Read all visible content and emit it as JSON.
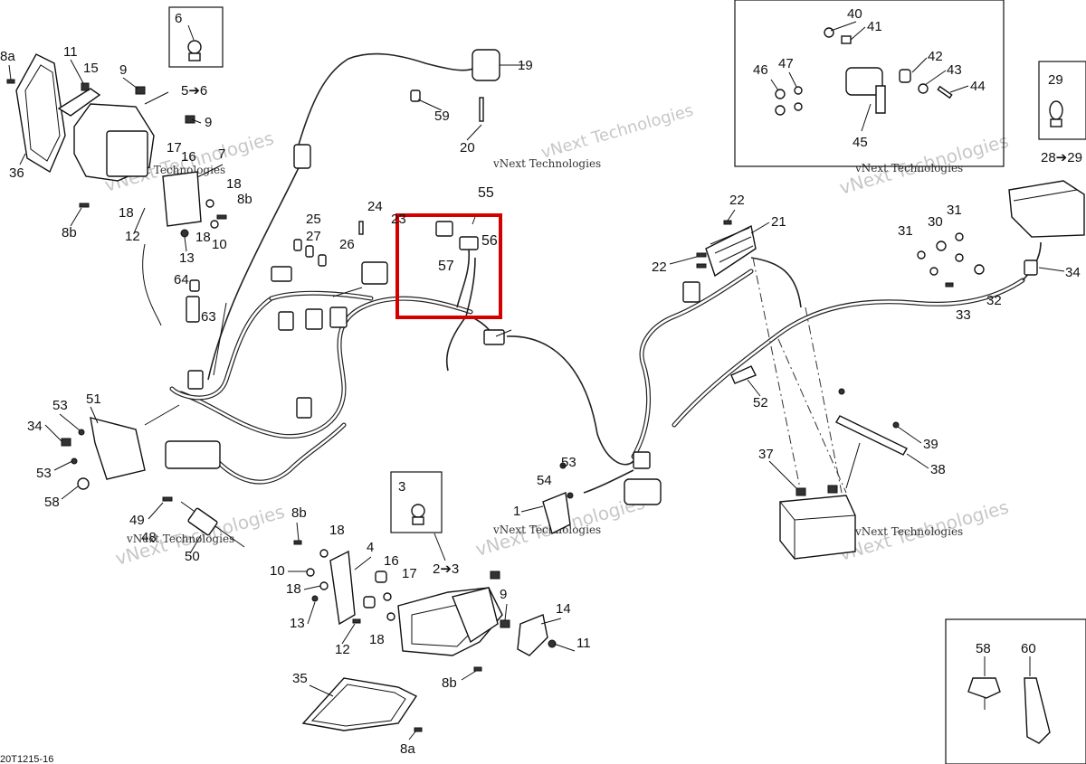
{
  "diagram": {
    "doc_code": "20T1215-16",
    "watermark_line1": "vNext Technologies",
    "watermark_line2": "vNext",
    "watermark_line3": "Technologies",
    "highlight_color": "#d40000",
    "labels": {
      "l8a_top": "8a",
      "l11_top": "11",
      "l15": "15",
      "l9_top": "9",
      "l6": "6",
      "l5to6": "5➔6",
      "l9_mid": "9",
      "l17_left": "17",
      "l16_left": "16",
      "l7": "7",
      "l18_left_a": "18",
      "l8b_left_a": "8b",
      "l36": "36",
      "l18_left_b": "18",
      "l8b_left": "8b",
      "l12_left": "12",
      "l13_left": "13",
      "l10_left": "10",
      "l18_left_c": "18",
      "l64": "64",
      "l63": "63",
      "l19": "19",
      "l59": "59",
      "l20": "20",
      "l24": "24",
      "l25": "25",
      "l27": "27",
      "l26": "26",
      "l23": "23",
      "l55": "55",
      "l56": "56",
      "l57": "57",
      "l51": "51",
      "l53_a": "53",
      "l34_left": "34",
      "l53_b": "53",
      "l58_left": "58",
      "l49": "49",
      "l48": "48",
      "l50": "50",
      "l40": "40",
      "l41": "41",
      "l46": "46",
      "l47": "47",
      "l42": "42",
      "l43": "43",
      "l44": "44",
      "l45": "45",
      "l29": "29",
      "l28to29": "28➔29",
      "l22_a": "22",
      "l21": "21",
      "l22_b": "22",
      "l30": "30",
      "l31_a": "31",
      "l31_b": "31",
      "l34_right": "34",
      "l32": "32",
      "l33": "33",
      "l52": "52",
      "l37": "37",
      "l39": "39",
      "l38": "38",
      "l53_c": "53",
      "l54": "54",
      "l1": "1",
      "l3": "3",
      "l2to3": "2➔3",
      "l8b_mid_top": "8b",
      "l18_mid_a": "18",
      "l4": "4",
      "l10_mid": "10",
      "l16_mid": "16",
      "l17_mid": "17",
      "l18_mid_b": "18",
      "l13_mid": "13",
      "l12_mid": "12",
      "l18_mid_c": "18",
      "l9_mid_right": "9",
      "l14": "14",
      "l11_mid": "11",
      "l8b_mid_bottom": "8b",
      "l35": "35",
      "l8a_bottom": "8a",
      "l58_box": "58",
      "l60": "60"
    }
  }
}
